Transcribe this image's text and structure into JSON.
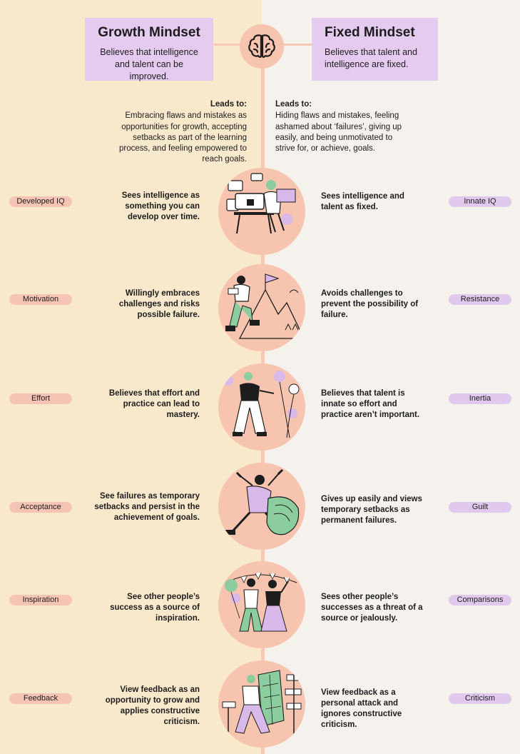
{
  "header": {
    "growth": {
      "title": "Growth Mindset",
      "body": "Believes that intelligence and talent can be improved."
    },
    "fixed": {
      "title": "Fixed Mindset",
      "body": "Believes that talent and intelligence are fixed."
    },
    "center_icon": "brain-icon"
  },
  "leads_to": {
    "growth": {
      "label": "Leads to:",
      "text": "Embracing flaws and mistakes as opportunities for growth, accepting setbacks as part of the learning process, and feeling empowered to reach goals."
    },
    "fixed": {
      "label": "Leads to:",
      "text": "Hiding flaws and mistakes, feeling ashamed about ‘failures’, giving up easily, and being unmotivated to strive for, or achieve, goals."
    }
  },
  "rows": [
    {
      "growth_tag": "Developed IQ",
      "growth_text": "Sees intelligence as something you can develop over time.",
      "fixed_text": "Sees intelligence and talent as fixed.",
      "fixed_tag": "Innate IQ",
      "illustration": "desk-learning-illustration"
    },
    {
      "growth_tag": "Motivation",
      "growth_text": "Willingly embraces challenges and risks possible failure.",
      "fixed_text": "Avoids challenges to prevent the possibility of failure.",
      "fixed_tag": "Resistance",
      "illustration": "mountain-climb-illustration"
    },
    {
      "growth_tag": "Effort",
      "growth_text": "Believes that effort and practice can lead to mastery.",
      "fixed_text": "Believes that talent is innate so effort and practice aren’t important.",
      "fixed_tag": "Inertia",
      "illustration": "garden-care-illustration"
    },
    {
      "growth_tag": "Acceptance",
      "growth_text": "See failures as temporary setbacks and persist in the achievement of goals.",
      "fixed_text": "Gives up easily and views temporary setbacks as permanent failures.",
      "fixed_tag": "Guilt",
      "illustration": "pushing-through-illustration"
    },
    {
      "growth_tag": "Inspiration",
      "growth_text": "See other people’s success as a source of inspiration.",
      "fixed_text": "Sees other people’s successes as a threat of a source or jealously.",
      "fixed_tag": "Comparisons",
      "illustration": "celebration-illustration"
    },
    {
      "growth_tag": "Feedback",
      "growth_text": "View feedback as an opportunity to grow and applies constructive criticism.",
      "fixed_text": "View feedback as a personal attack and ignores constructive criticism.",
      "fixed_tag": "Criticism",
      "illustration": "map-signpost-illustration"
    }
  ],
  "colors": {
    "growth_bg": "#f8e8cc",
    "fixed_bg": "#f5f1ec",
    "card_purple": "#e4cbef",
    "circle_peach": "#f6c4af",
    "tag_pink": "#f6c4b4",
    "tag_purple": "#e1c9ee"
  }
}
